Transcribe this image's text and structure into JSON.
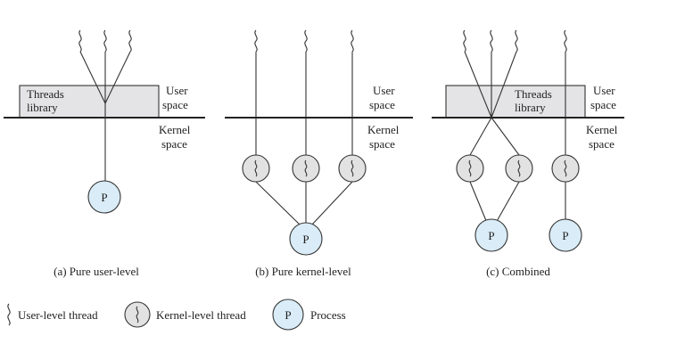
{
  "labels": {
    "user_space_line1": "User",
    "user_space_line2": "space",
    "kernel_space_line1": "Kernel",
    "kernel_space_line2": "space",
    "threads_library_line1": "Threads",
    "threads_library_line2": "library",
    "process_letter": "P"
  },
  "captions": {
    "a": "(a) Pure user-level",
    "b": "(b) Pure kernel-level",
    "c": "(c) Combined"
  },
  "legend": {
    "user_thread": "User-level thread",
    "kernel_thread": "Kernel-level thread",
    "process": "Process"
  }
}
